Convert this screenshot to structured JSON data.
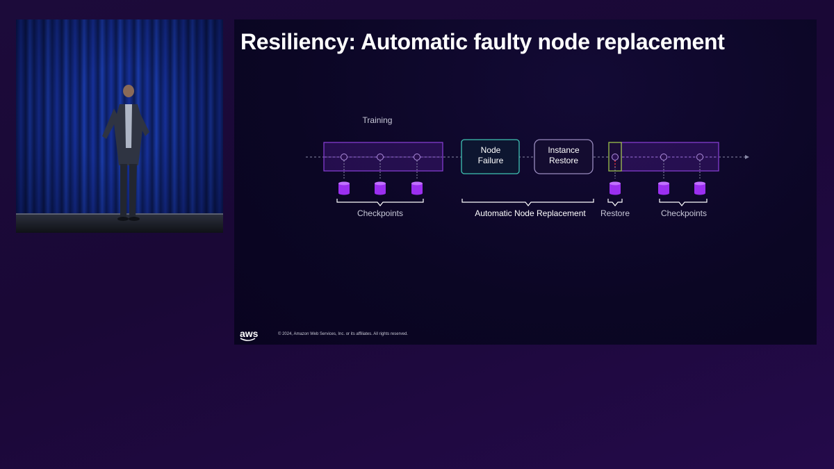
{
  "slide": {
    "title": "Resiliency: Automatic faulty node replacement",
    "copyright": "© 2024, Amazon Web Services, Inc. or its affiliates. All rights reserved.",
    "logo_text": "aws"
  },
  "diagram": {
    "label_training": "Training",
    "box_node_failure_line1": "Node",
    "box_node_failure_line2": "Failure",
    "box_instance_restore_line1": "Instance",
    "box_instance_restore_line2": "Restore",
    "label_checkpoints_left": "Checkpoints",
    "label_automatic_replacement": "Automatic Node Replacement",
    "label_restore": "Restore",
    "label_checkpoints_right": "Checkpoints"
  },
  "colors": {
    "training_band": "#8b3fd9",
    "node_failure_border": "#3fc4b4",
    "instance_restore_border": "#9a8cc0",
    "restore_marker_border": "#9cc24a",
    "failure_mark": "#e0303a",
    "checkpoint_db": "#9b2ff0"
  }
}
